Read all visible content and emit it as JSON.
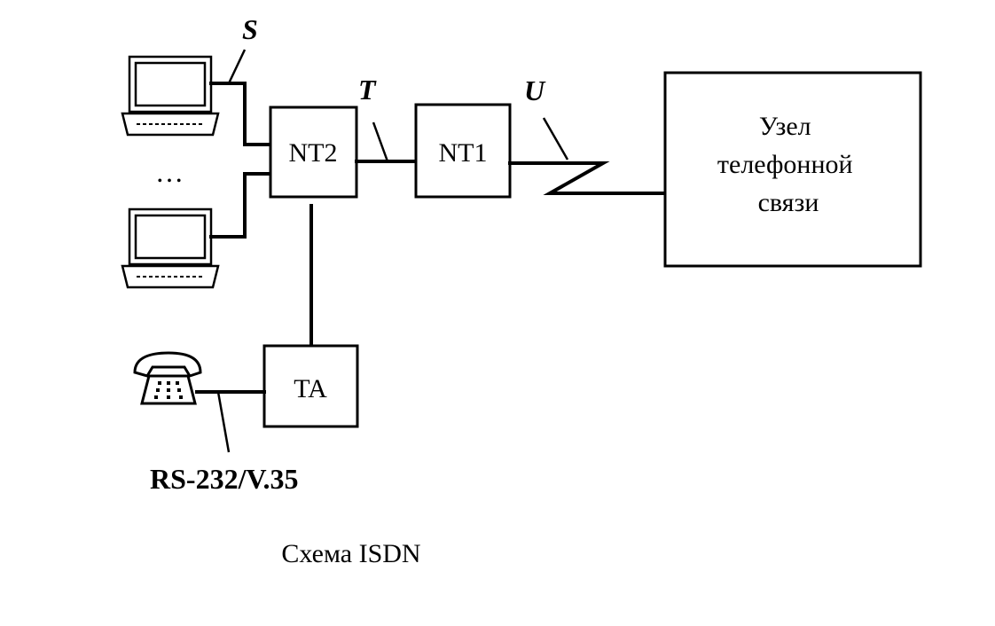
{
  "diagram": {
    "caption": "Схема ISDN",
    "interface_labels": {
      "s": "S",
      "t": "T",
      "u": "U"
    },
    "blocks": {
      "nt2": "NT2",
      "nt1": "NT1",
      "ta": "TA",
      "exchange": [
        "Узел",
        "телефонной",
        "связи"
      ]
    },
    "ellipsis": "…",
    "ta_link_label": "RS-232/V.35",
    "icons": [
      "laptop-icon",
      "laptop-icon",
      "telephone-icon"
    ]
  }
}
